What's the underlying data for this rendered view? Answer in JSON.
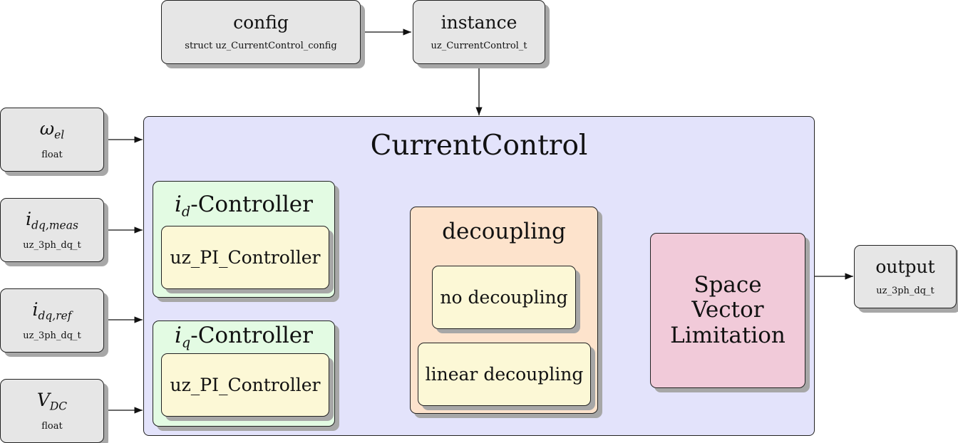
{
  "config": {
    "title": "config",
    "type": "struct uz_CurrentControl_config"
  },
  "instance": {
    "title": "instance",
    "type": "uz_CurrentControl_t"
  },
  "inputs": [
    {
      "symbol": "ω",
      "subscript": "el",
      "type": "float"
    },
    {
      "symbol": "i",
      "subscript": "dq,meas",
      "type": "uz_3ph_dq_t"
    },
    {
      "symbol": "i",
      "subscript": "dq,ref",
      "type": "uz_3ph_dq_t"
    },
    {
      "symbol": "V",
      "subscript": "DC",
      "type": "float"
    }
  ],
  "main": {
    "title": "CurrentControl"
  },
  "id_controller": {
    "symbol": "i",
    "subscript": "d",
    "suffix": "-Controller",
    "inner": "uz_PI_Controller"
  },
  "iq_controller": {
    "symbol": "i",
    "subscript": "q",
    "suffix": "-Controller",
    "inner": "uz_PI_Controller"
  },
  "decoupling": {
    "title": "decoupling",
    "options": [
      "no decoupling",
      "linear decoupling"
    ]
  },
  "svl": {
    "lines": [
      "Space",
      "Vector",
      "Limitation"
    ]
  },
  "output": {
    "title": "output",
    "type": "uz_3ph_dq_t"
  },
  "colors": {
    "block_gray": "#e6e6e6",
    "main_block": "#e3e3fb",
    "controller_block": "#e3fbe3",
    "inner_block": "#fcf8d6",
    "decoupling_block": "#fde3cc",
    "svl_block": "#f1cad9"
  }
}
